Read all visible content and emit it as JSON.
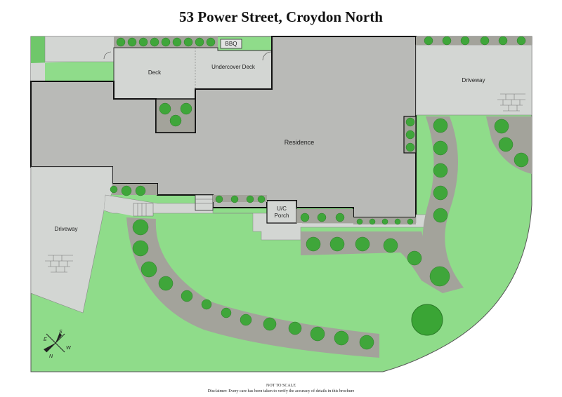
{
  "title": "53 Power Street, Croydon North",
  "labels": {
    "deck": "Deck",
    "undercover_deck": "Undercover Deck",
    "bbq": "BBQ",
    "residence": "Residence",
    "driveway_right": "Driveway",
    "driveway_left": "Driveway",
    "porch_line1": "U/C",
    "porch_line2": "Porch"
  },
  "compass": {
    "n": "N",
    "s": "S",
    "e": "E",
    "w": "W"
  },
  "footer": {
    "scale_note": "NOT TO SCALE",
    "disclaimer": "Disclaimer: Every care has been taken to verify the accuracy of details in this brochure"
  },
  "colors": {
    "lawn": "#8fdc8a",
    "garden_bed": "#a3a39b",
    "shrub": "#3fa63a",
    "residence": "#b9bab7",
    "paving": "#d3d6d3",
    "outline": "#111111"
  }
}
